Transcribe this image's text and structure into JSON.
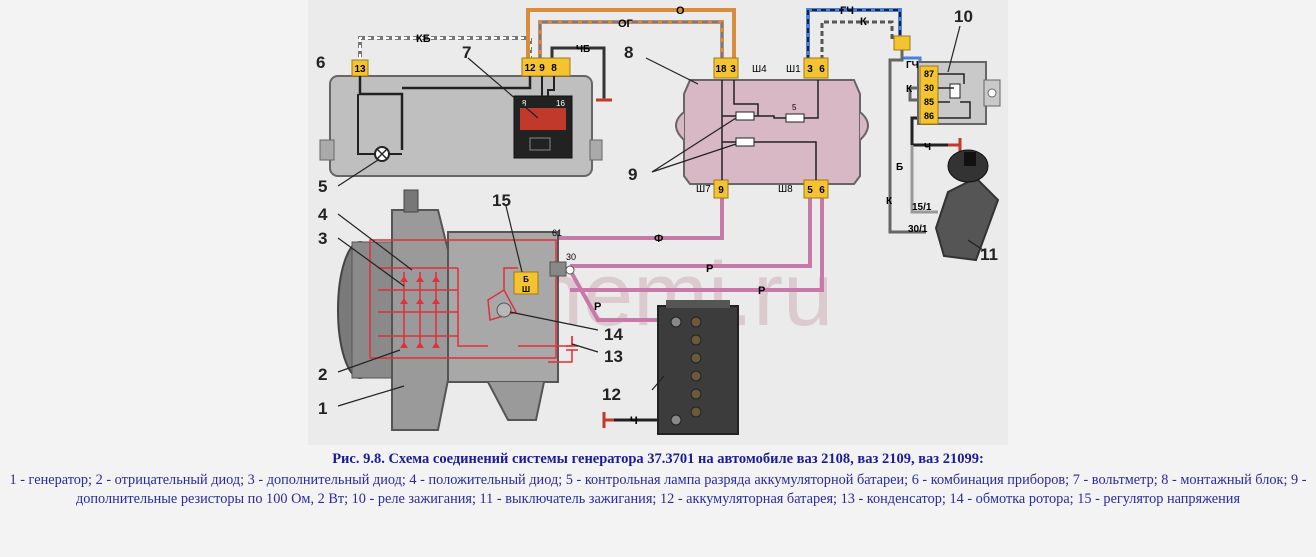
{
  "watermark": "2schemi.ru",
  "caption": {
    "title": "Рис. 9.8. Схема соединений системы генератора 37.3701 на автомобиле ваз 2108, ваз 2109, ваз 21099:",
    "legend": "1 - генератор; 2 - отрицательный диод; 3 - дополнительный диод; 4 - положительный диод; 5 - контрольная лампа разряда аккумуляторной батареи; 6 - комбинация приборов; 7 - вольтметр; 8 - монтажный блок; 9 - дополнительные резисторы по 100 Ом, 2 Вт; 10 - реле зажигания; 11 - выключатель зажигания; 12 - аккумуляторная батарея; 13 - конденсатор; 14 - обмотка ротора; 15 - регулятор напряжения"
  },
  "callouts": {
    "c1": "1",
    "c2": "2",
    "c3": "3",
    "c4": "4",
    "c5": "5",
    "c6": "6",
    "c7": "7",
    "c8": "8",
    "c9": "9",
    "c10": "10",
    "c11": "11",
    "c12": "12",
    "c13": "13",
    "c14": "14",
    "c15": "15"
  },
  "wires": {
    "kb": "КБ",
    "o": "О",
    "og": "ОГ",
    "chb": "ЧБ",
    "gch": "ГЧ",
    "k": "К",
    "f": "Ф",
    "r1": "Р",
    "r2": "Р",
    "r3": "Р",
    "ch_battery": "Ч",
    "ch_relay": "Ч",
    "b_switch": "Б",
    "k_switch": "К",
    "k_relay": "К",
    "gch_relay": "ГЧ"
  },
  "pins": {
    "p13": "13",
    "p12": "12",
    "p9": "9",
    "p8": "8",
    "v8": "8",
    "v16": "16",
    "p18": "18",
    "p3a": "3",
    "sh4": "Ш4",
    "sh1": "Ш1",
    "p3b": "3",
    "p6a": "6",
    "sh7": "Ш7",
    "p9b": "9",
    "sh8": "Ш8",
    "p5": "5",
    "p6b": "6",
    "res5": "5",
    "r87": "87",
    "r30": "30",
    "r85": "85",
    "r86": "86",
    "t61": "61",
    "t30": "30",
    "reg_b": "Б",
    "reg_sh": "Ш",
    "s15": "15/1",
    "s30": "30/1"
  }
}
